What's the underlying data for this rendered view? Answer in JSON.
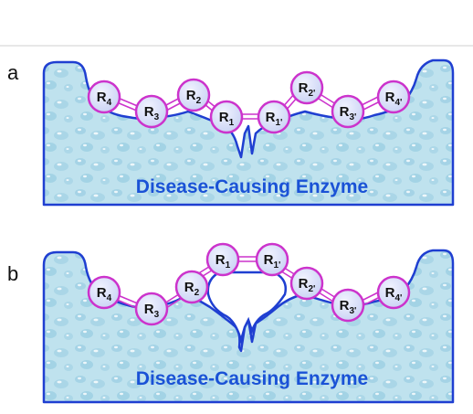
{
  "panels": [
    {
      "letter": "a",
      "label": "Disease-Causing Enzyme",
      "residues": [
        {
          "base": "R",
          "sub": "4"
        },
        {
          "base": "R",
          "sub": "3"
        },
        {
          "base": "R",
          "sub": "2"
        },
        {
          "base": "R",
          "sub": "1"
        },
        {
          "base": "R",
          "sub": "1'"
        },
        {
          "base": "R",
          "sub": "2'"
        },
        {
          "base": "R",
          "sub": "3'"
        },
        {
          "base": "R",
          "sub": "4'"
        }
      ]
    },
    {
      "letter": "b",
      "label": "Disease-Causing Enzyme",
      "residues": [
        {
          "base": "R",
          "sub": "4"
        },
        {
          "base": "R",
          "sub": "3"
        },
        {
          "base": "R",
          "sub": "2"
        },
        {
          "base": "R",
          "sub": "1"
        },
        {
          "base": "R",
          "sub": "1'"
        },
        {
          "base": "R",
          "sub": "2'"
        },
        {
          "base": "R",
          "sub": "3'"
        },
        {
          "base": "R",
          "sub": "4'"
        }
      ]
    }
  ],
  "colors": {
    "enzyme_fill": "#bfe2ee",
    "enzyme_outline": "#1f3fd1",
    "residue_fill": "#d6dcf7",
    "residue_outline": "#cc33cc",
    "bond": "#cc33cc",
    "label": "#1a52d6"
  }
}
